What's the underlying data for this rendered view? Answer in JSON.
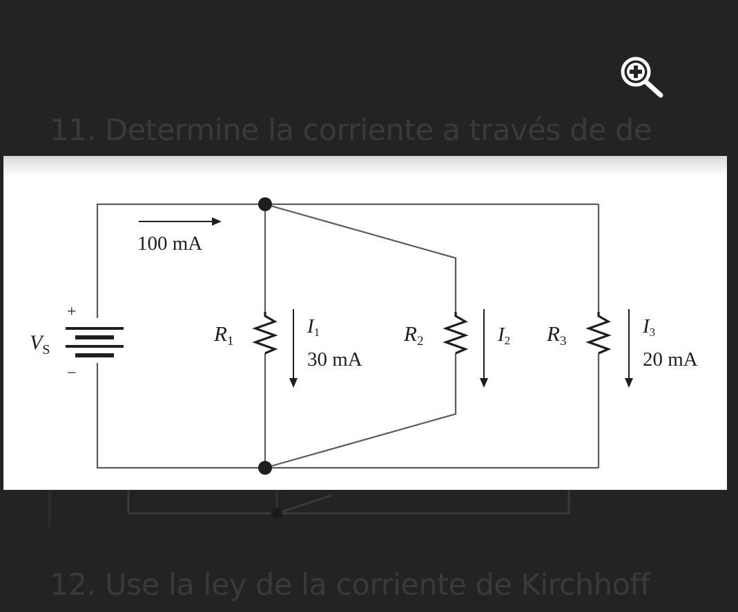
{
  "question_11": "11. Determine la corriente a través de de",
  "question_12": "12. Use la ley de la corriente de Kirchhoff",
  "zoom_icon": "zoom-in-icon",
  "circuit": {
    "source_label": "V",
    "source_sub": "S",
    "plus": "+",
    "minus": "−",
    "total_current": "100 mA",
    "r1_label": "R",
    "r1_sub": "1",
    "r2_label": "R",
    "r2_sub": "2",
    "r3_label": "R",
    "r3_sub": "3",
    "i1_label": "I",
    "i1_sub": "1",
    "i1_value": "30 mA",
    "i2_label": "I",
    "i2_sub": "2",
    "i3_label": "I",
    "i3_sub": "3",
    "i3_value": "20 mA"
  },
  "colors": {
    "background": "#232323",
    "text": "#3a3a3a",
    "panel": "#ffffff",
    "wire": "#555555"
  }
}
